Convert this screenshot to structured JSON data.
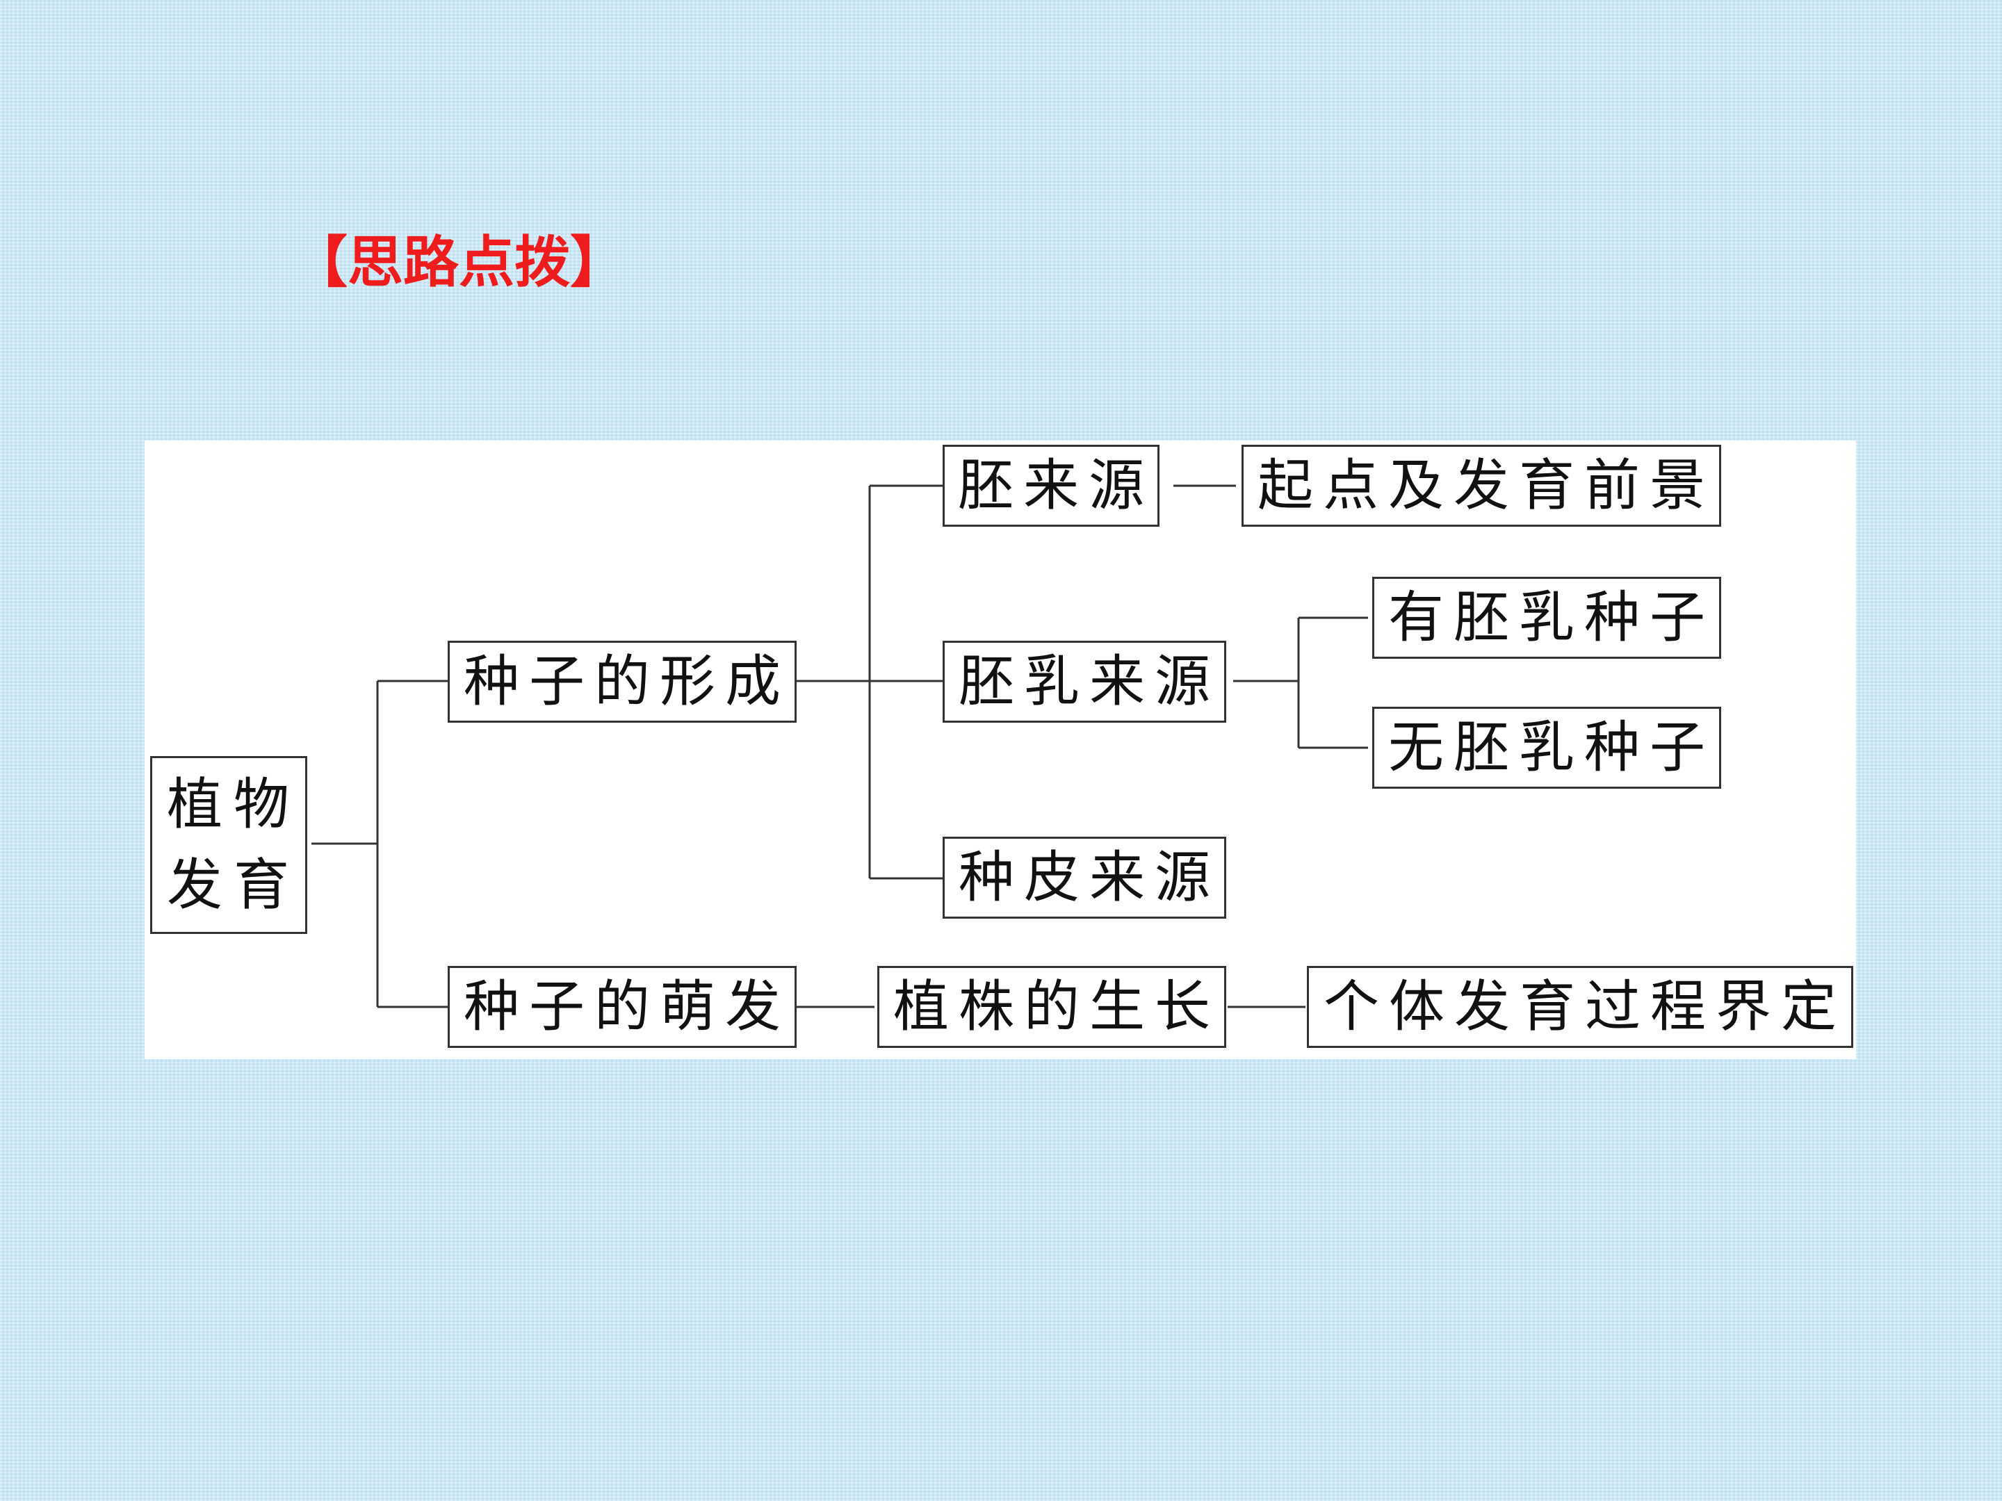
{
  "heading": "【思路点拨】",
  "colors": {
    "heading": "#ee1c1c",
    "border": "#333333",
    "panel": "#ffffff",
    "background": "#cfe9f6"
  },
  "nodes": {
    "root_line1": "植物",
    "root_line2": "发育",
    "seed_formation": "种子的形成",
    "seed_germination": "种子的萌发",
    "embryo_source": "胚来源",
    "endosperm_source": "胚乳来源",
    "seed_coat_source": "种皮来源",
    "start_and_prospect": "起点及发育前景",
    "endospermic_seed": "有胚乳种子",
    "non_endospermic_seed": "无胚乳种子",
    "plant_growth": "植株的生长",
    "development_definition": "个体发育过程界定"
  }
}
